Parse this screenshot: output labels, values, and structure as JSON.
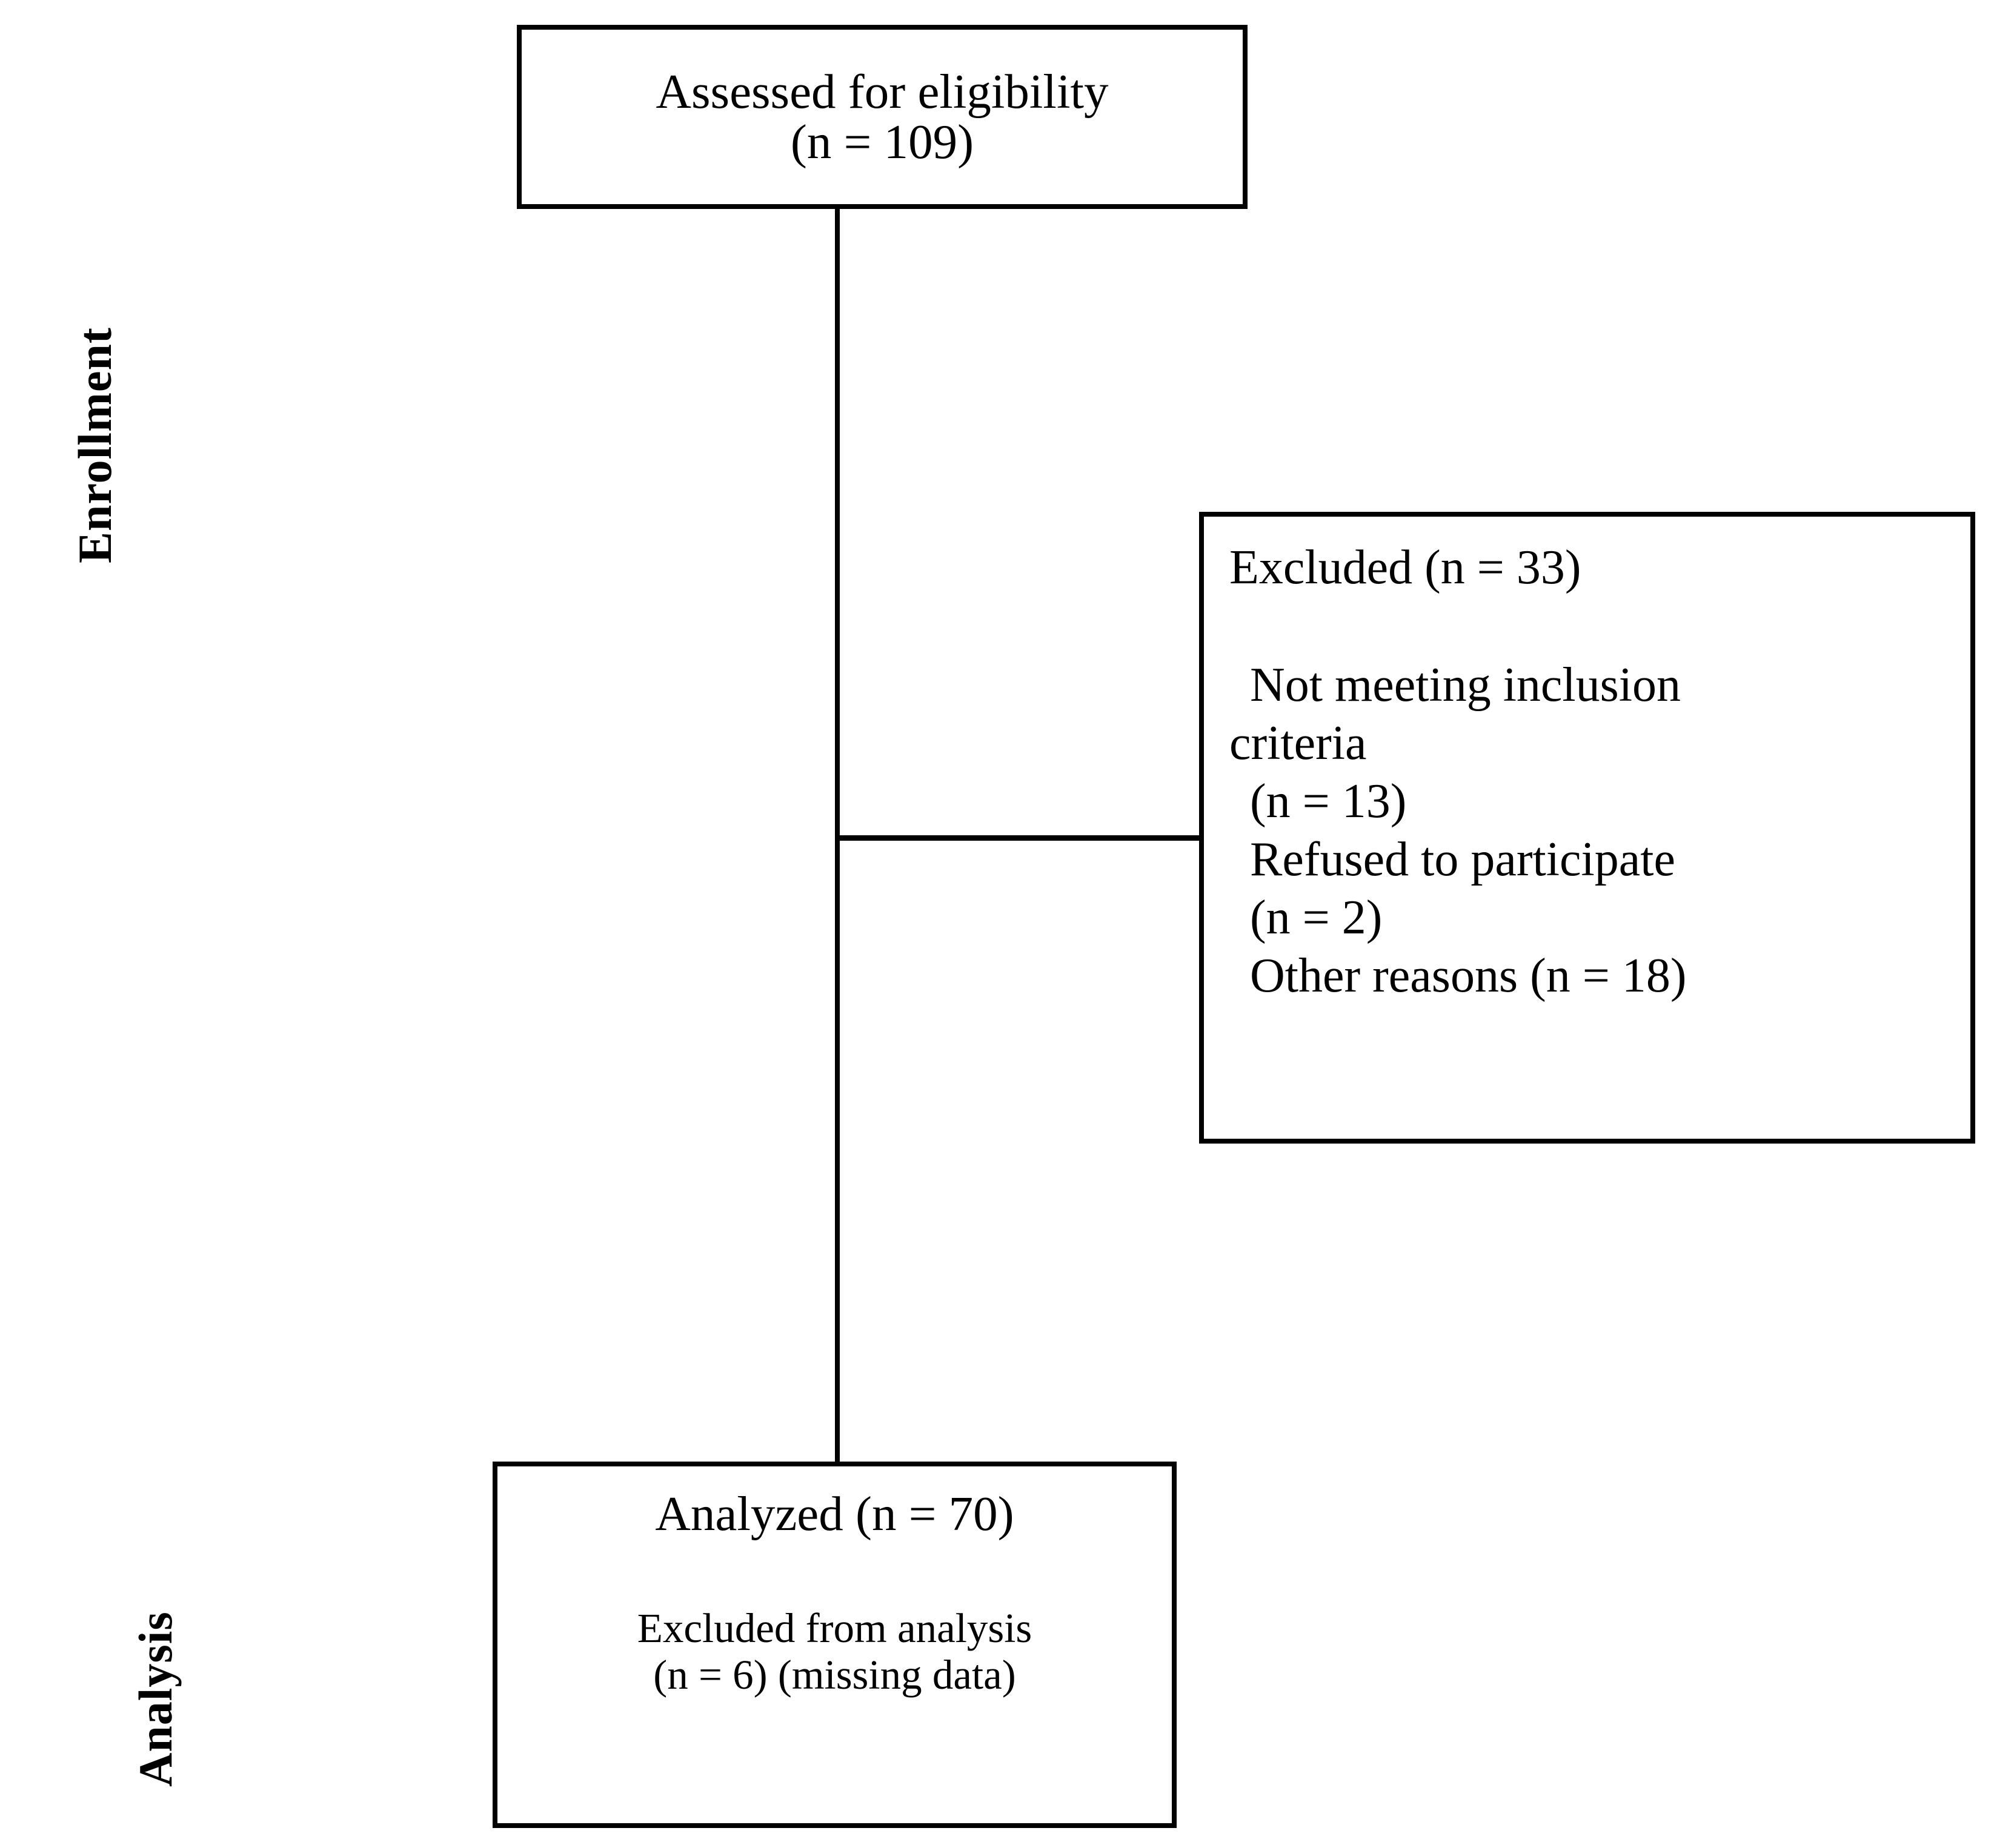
{
  "diagram": {
    "type": "consort-flow-diagram",
    "stages": [
      {
        "id": "enrollment",
        "label": "Enrollment"
      },
      {
        "id": "analysis",
        "label": "Analysis"
      }
    ],
    "boxes": {
      "assessed": {
        "name": "Assessed for eligibility",
        "lines": [
          "Assessed for eligibility",
          "(n = 109)"
        ],
        "n": 109
      },
      "excluded": {
        "name": "Excluded",
        "heading": "Excluded (n = 33)",
        "n": 33,
        "reasons": [
          {
            "label": "Not meeting inclusion",
            "label_cont": "criteria",
            "count_text": "(n = 13)",
            "n": 13
          },
          {
            "label": "Refused to participate",
            "count_text": "(n = 2)",
            "n": 2
          },
          {
            "label": "Other reasons (n = 18)",
            "n": 18
          }
        ]
      },
      "analyzed": {
        "name": "Analyzed",
        "heading": "Analyzed (n = 70)",
        "n": 70,
        "sub_lines": [
          "Excluded from analysis",
          "(n = 6) (missing data)"
        ],
        "excluded_n": 6,
        "excluded_reason": "missing data"
      }
    },
    "colors": {
      "stroke": "#000000",
      "background": "#ffffff",
      "text": "#000000"
    }
  }
}
